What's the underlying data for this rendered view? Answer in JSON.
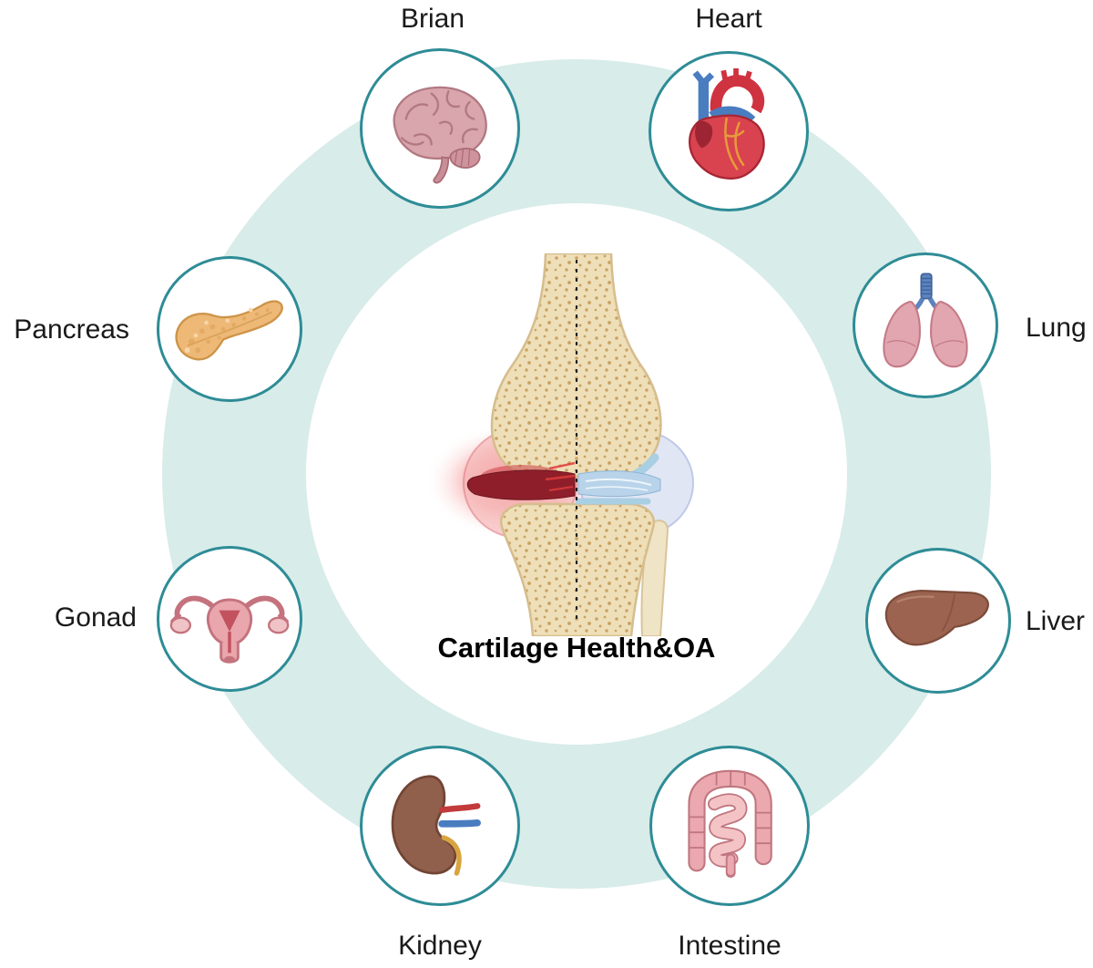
{
  "title": "Cartilage Health&OA",
  "organs": [
    {
      "id": "brain",
      "label": "Brian"
    },
    {
      "id": "heart",
      "label": "Heart"
    },
    {
      "id": "lung",
      "label": "Lung"
    },
    {
      "id": "liver",
      "label": "Liver"
    },
    {
      "id": "intestine",
      "label": "Intestine"
    },
    {
      "id": "kidney",
      "label": "Kidney"
    },
    {
      "id": "gonad",
      "label": "Gonad"
    },
    {
      "id": "pancreas",
      "label": "Pancreas"
    }
  ],
  "colors": {
    "ring": "#d8ecea",
    "circle_border": "#2e8c96",
    "label_text": "#1a1a1a",
    "title_text": "#000000"
  }
}
